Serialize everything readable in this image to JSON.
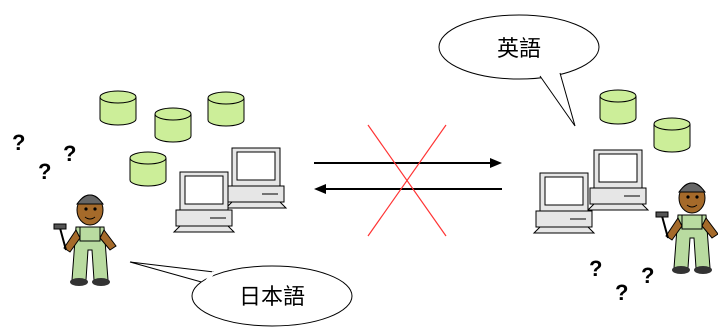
{
  "bubbles": {
    "left_language": "日本語",
    "right_language": "英語"
  },
  "question_marks": {
    "left": [
      "?",
      "?",
      "?"
    ],
    "right": [
      "?",
      "?",
      "?"
    ]
  },
  "colors": {
    "database_fill": "#ccee99",
    "computer_fill": "#e6e6e6",
    "monitor_screen": "#ffffff",
    "cross_color": "#ff3333",
    "arrow_color": "#000000",
    "figure_skin": "#a56a2a",
    "figure_overalls": "#b9dba0"
  },
  "diagram": {
    "link_status": "blocked"
  }
}
